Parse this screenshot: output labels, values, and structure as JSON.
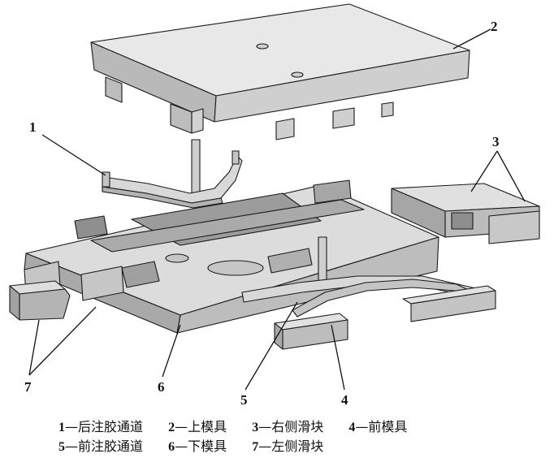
{
  "callouts": [
    "1",
    "2",
    "3",
    "4",
    "5",
    "6",
    "7"
  ],
  "legend": {
    "row1": [
      {
        "num": "1",
        "sep": "—",
        "text": "后注胶通道"
      },
      {
        "num": "2",
        "sep": "—",
        "text": "上模具"
      },
      {
        "num": "3",
        "sep": "—",
        "text": "右侧滑块"
      },
      {
        "num": "4",
        "sep": "—",
        "text": "前模具"
      }
    ],
    "row2": [
      {
        "num": "5",
        "sep": "—",
        "text": "前注胶通道"
      },
      {
        "num": "6",
        "sep": "—",
        "text": "下模具"
      },
      {
        "num": "7",
        "sep": "—",
        "text": "左侧滑块"
      }
    ]
  }
}
